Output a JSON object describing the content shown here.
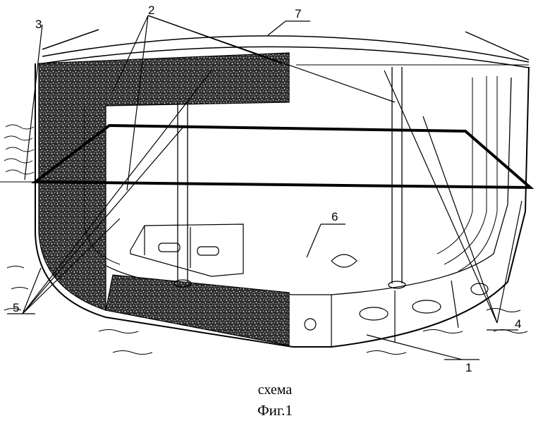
{
  "diagram": {
    "callouts": [
      {
        "id": "callout-1",
        "label": "1"
      },
      {
        "id": "callout-2",
        "label": "2"
      },
      {
        "id": "callout-3",
        "label": "3"
      },
      {
        "id": "callout-4",
        "label": "4"
      },
      {
        "id": "callout-5",
        "label": "5"
      },
      {
        "id": "callout-6",
        "label": "6"
      },
      {
        "id": "callout-7",
        "label": "7"
      }
    ],
    "colors": {
      "line": "#000000",
      "insulation": "#3a3a3a",
      "background": "#ffffff"
    }
  },
  "caption": {
    "scheme": "схема",
    "figure": "Фиг.1"
  }
}
